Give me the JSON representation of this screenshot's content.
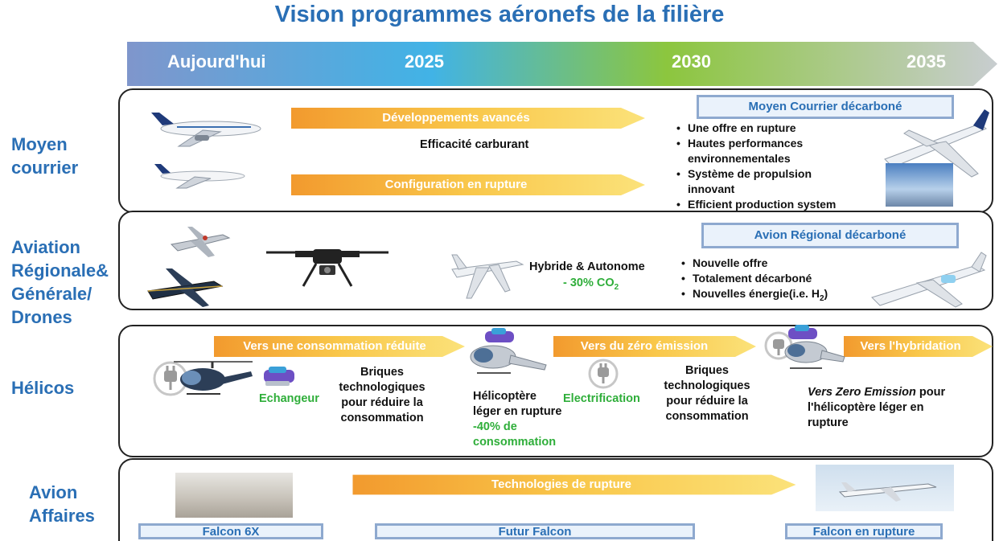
{
  "title": "Vision programmes aéronefs de la filière",
  "timeline": {
    "labels": [
      "Aujourd'hui",
      "2025",
      "2030",
      "2035"
    ],
    "colors": {
      "start": "#7f96cc",
      "mid": "#41b3e6",
      "green": "#8cc63e",
      "end": "#c8cdd0"
    }
  },
  "rows": {
    "moyen": {
      "label": [
        "Moyen",
        "courrier"
      ],
      "arrow1": "Développements avancés",
      "efficacite": "Efficacité carburant",
      "arrow2": "Configuration en rupture",
      "outcome": "Moyen Courrier décarboné",
      "bullets": [
        [
          "Une offre en rupture"
        ],
        [
          "Hautes performances",
          "environnementales"
        ],
        [
          "Système de propulsion",
          "innovant"
        ],
        [
          "Efficient production system"
        ]
      ]
    },
    "regional": {
      "label": [
        "Aviation",
        "Régionale&",
        "Générale/",
        "Drones"
      ],
      "hybride": "Hybride & Autonome",
      "co2": "- 30% CO",
      "co2_sub": "2",
      "outcome": "Avion Régional décarboné",
      "bullets": [
        "Nouvelle offre",
        "Totalement décarboné",
        "Nouvelles énergie(i.e. H"
      ],
      "h2_sub": "2",
      "h2_close": ")"
    },
    "helicos": {
      "label": "Hélicos",
      "arrow1": "Vers une consommation réduite",
      "arrow2": "Vers du zéro émission",
      "arrow3": "Vers l'hybridation",
      "echangeur": "Echangeur",
      "briques1": [
        "Briques",
        "technologiques",
        "pour réduire la",
        "consommation"
      ],
      "heli_leger": [
        "Hélicoptère",
        "léger en rupture"
      ],
      "heli_green": [
        "-40% de",
        "consommation"
      ],
      "electrification": "Electrification",
      "briques2": [
        "Briques",
        "technologiques",
        "pour réduire la",
        "consommation"
      ],
      "vers_zero_italic": "Vers Zero Emission",
      "vers_zero_rest": [
        " pour",
        "l'hélicoptère léger en",
        "rupture"
      ]
    },
    "affaires": {
      "label": [
        "Avion",
        "Affaires"
      ],
      "arrow": "Technologies de rupture",
      "falcon6x": "Falcon 6X",
      "futur": "Futur Falcon",
      "rupture": "Falcon en rupture"
    }
  },
  "icons": [
    "airplane-icon",
    "drone-icon",
    "helicopter-icon",
    "plug-icon",
    "heat-exchanger-icon"
  ]
}
